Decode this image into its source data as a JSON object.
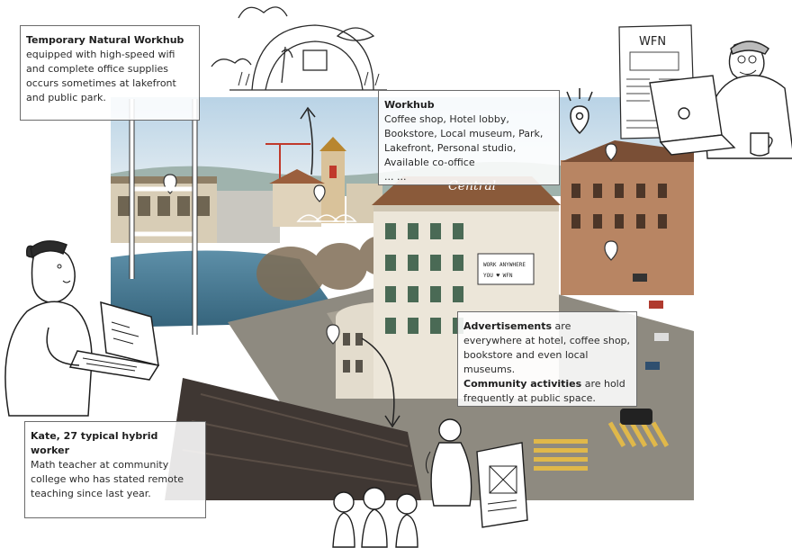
{
  "callouts": {
    "workhub_natural": {
      "title": "Temporary Natural Workhub",
      "body": "equipped with high-speed wifi and complete office supplies occurs sometimes at lakefront and public park."
    },
    "workhub": {
      "title": "Workhub",
      "body": "Coffee shop, Hotel lobby, Bookstore, Local museum, Park, Lakefront, Personal studio, Available co-office",
      "ellipsis": "... ..."
    },
    "ads": {
      "ads_bold": "Advertisements",
      "ads_text": " are everywhere at hotel, coffee shop, bookstore and even local museums.",
      "community_bold": "Community activities",
      "community_text": " are hold frequently at public space."
    },
    "persona": {
      "title": "Kate, 27 typical hybrid worker",
      "body": "Math teacher at community college who has stated remote teaching since last year."
    }
  },
  "scene": {
    "facade_sign": "Central",
    "banner_line1": "WORK ANYWHERE",
    "banner_line2": "YOU ♥ WFN",
    "newspaper_title": "WFN",
    "colors": {
      "sky": "#c9dcea",
      "lake": "#4a7d96",
      "roof": "#8a5a3a",
      "street": "#7d7a72",
      "crosswalk": "#e0b84a",
      "building": "#e9e4d8"
    }
  },
  "icons": [
    "location-pin-icon",
    "arrow-icon",
    "dome-icon",
    "person-sketch-icon",
    "laptop-icon",
    "newspaper-icon",
    "coffee-cup-icon"
  ]
}
